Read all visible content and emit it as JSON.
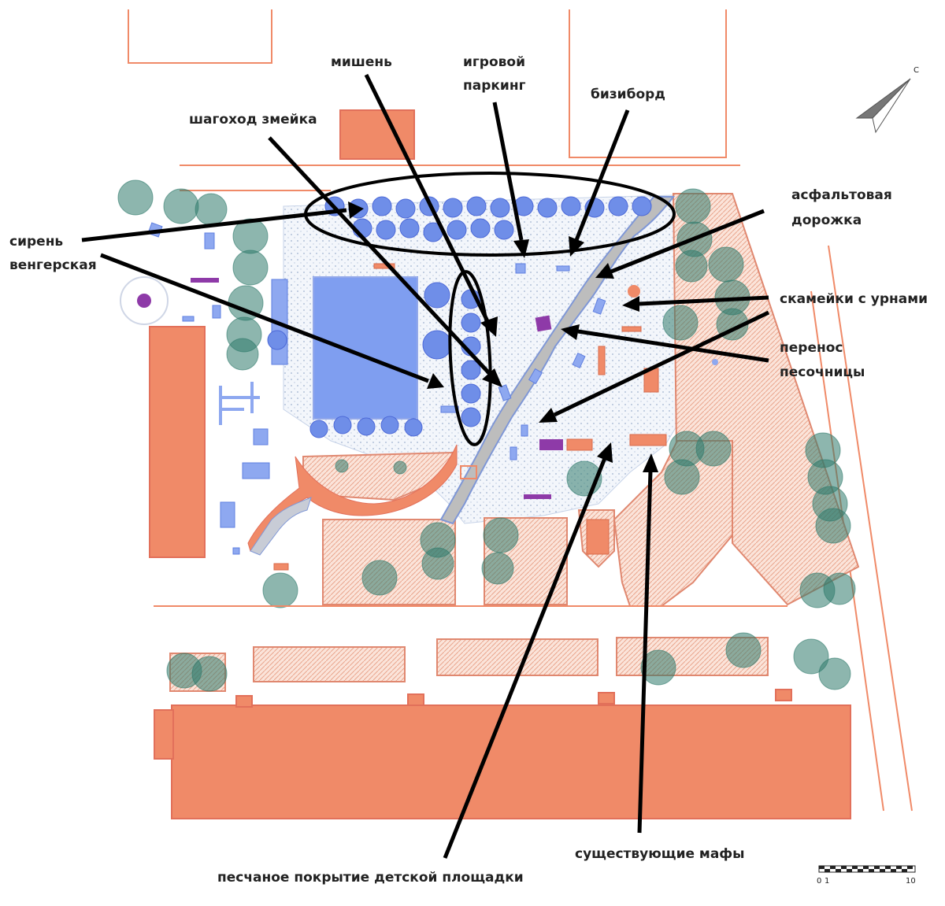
{
  "labels": {
    "target": "мишень",
    "game_parking_1": "игровой",
    "game_parking_2": "паркинг",
    "busyboard": "бизиборд",
    "snake_walker": "шагоход змейка",
    "asphalt_1": "асфальтовая",
    "asphalt_2": "дорожка",
    "lilac_1": "сирень",
    "lilac_2": "венгерская",
    "benches": "скамейки с урнами",
    "sandbox_1": "перенос",
    "sandbox_2": "песочницы",
    "existing_maf": "существующие мафы",
    "sand_surface": "песчаное покрытие детской площадки"
  },
  "scale_bar": {
    "start": "0",
    "mid": "1",
    "end": "10"
  },
  "north_arrow": {
    "symbol": "С"
  },
  "colors": {
    "building": "#f08a68",
    "tree": "#2f7a6b",
    "shrub": "#6f8ee8",
    "sports_field": "#7f9ef0",
    "road": "#bdbdbd",
    "maf_purple": "#8e3aa8",
    "arrow": "#000000"
  }
}
